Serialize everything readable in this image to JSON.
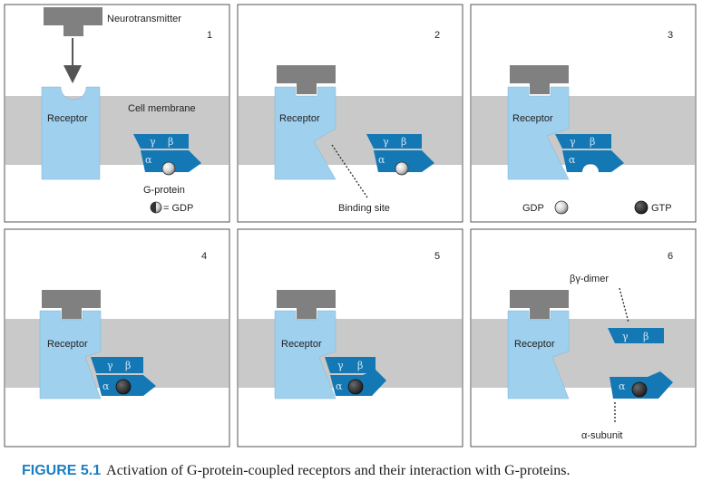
{
  "panels": [
    {
      "number": "1"
    },
    {
      "number": "2"
    },
    {
      "number": "3"
    },
    {
      "number": "4"
    },
    {
      "number": "5"
    },
    {
      "number": "6"
    }
  ],
  "labels": {
    "neurotransmitter": "Neurotransmitter",
    "cell_membrane": "Cell membrane",
    "receptor": "Receptor",
    "g_protein": "G-protein",
    "gdp_legend": "= GDP",
    "binding_site": "Binding site",
    "gdp": "GDP",
    "gtp": "GTP",
    "by_dimer": "βγ-dimer",
    "alpha_subunit": "α-subunit",
    "gamma": "γ",
    "beta": "β",
    "alpha": "α"
  },
  "caption": {
    "figure_number": "FIGURE 5.1",
    "text": "Activation of G-protein-coupled receptors and their interaction with G-proteins."
  },
  "colors": {
    "membrane": "#c9c9c9",
    "receptor": "#9fd0ee",
    "gprotein": "#1478b4",
    "neurotransmitter": "#808080",
    "caption_accent": "#1a7fc4"
  }
}
